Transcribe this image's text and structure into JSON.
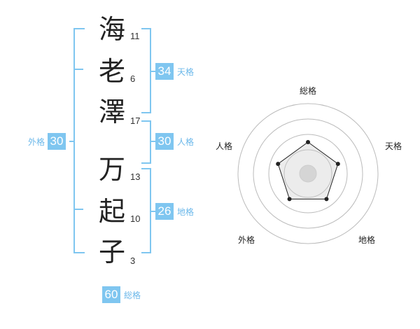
{
  "name": {
    "chars": [
      {
        "char": "海",
        "strokes": "11"
      },
      {
        "char": "老",
        "strokes": "6"
      },
      {
        "char": "澤",
        "strokes": "17"
      },
      {
        "char": "万",
        "strokes": "13"
      },
      {
        "char": "起",
        "strokes": "10"
      },
      {
        "char": "子",
        "strokes": "3"
      }
    ]
  },
  "fortune": {
    "tenkaku": {
      "value": "34",
      "label": "天格"
    },
    "jinkaku": {
      "value": "30",
      "label": "人格"
    },
    "chikaku": {
      "value": "26",
      "label": "地格"
    },
    "gaikaku": {
      "value": "30",
      "label": "外格"
    },
    "soukaku": {
      "value": "60",
      "label": "総格"
    }
  },
  "radar": {
    "labels": {
      "top": "総格",
      "right": "天格",
      "bottom_right": "地格",
      "bottom_left": "外格",
      "left": "人格"
    },
    "levels": [
      0.45,
      0.45,
      0.45,
      0.45,
      0.45
    ]
  },
  "colors": {
    "accent": "#7fc6f0",
    "accent_text": "#6cb8ea"
  }
}
